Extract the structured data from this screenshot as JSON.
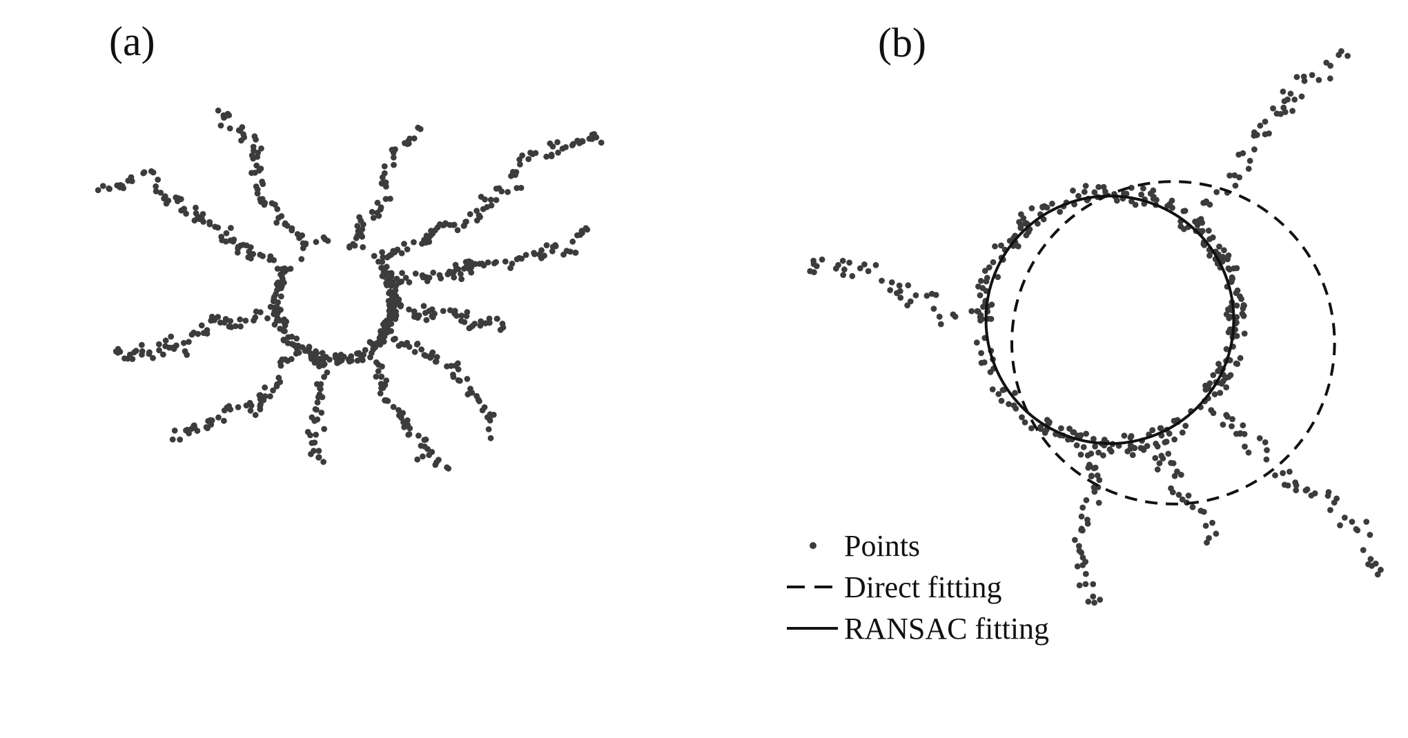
{
  "colors": {
    "points": "#3c3c3c",
    "lines": "#111111"
  },
  "chart_data": [
    {
      "type": "scatter",
      "panel_label": "(a)",
      "xlim": [
        -1000,
        1000
      ],
      "ylim": [
        -1000,
        1000
      ],
      "axes": "hidden",
      "grid": false,
      "ring": {
        "cx": 0,
        "cy": 0,
        "r": 160
      },
      "branches": [
        {
          "angle": 148,
          "length": 570
        },
        {
          "angle": 118,
          "length": 460
        },
        {
          "angle": 72,
          "length": 330
        },
        {
          "angle": 44,
          "length": 680
        },
        {
          "angle": 18,
          "length": 560
        },
        {
          "angle": 188,
          "length": 470
        },
        {
          "angle": 232,
          "length": 420
        },
        {
          "angle": 262,
          "length": 260
        },
        {
          "angle": 302,
          "length": 380
        },
        {
          "angle": 328,
          "length": 420
        },
        {
          "angle": 352,
          "length": 330
        }
      ]
    },
    {
      "type": "scatter",
      "panel_label": "(b)",
      "xlim": [
        -1000,
        1000
      ],
      "ylim": [
        -1000,
        1000
      ],
      "axes": "hidden",
      "grid": false,
      "legend_position": "bottom-left",
      "legend": [
        {
          "label": "Points",
          "style": "marker"
        },
        {
          "label": "Direct fitting",
          "style": "dashed"
        },
        {
          "label": "RANSAC fitting",
          "style": "solid"
        }
      ],
      "fits": {
        "direct": {
          "cx": 110,
          "cy": 0,
          "r": 280
        },
        "ransac": {
          "cx": 0,
          "cy": 40,
          "r": 215
        }
      },
      "ring": {
        "cx": 0,
        "cy": 40,
        "r": 220
      },
      "branches": [
        {
          "angle": 50,
          "length": 390
        },
        {
          "angle": 178,
          "length": 290
        },
        {
          "angle": 262,
          "length": 300
        },
        {
          "angle": 292,
          "length": 210
        },
        {
          "angle": 318,
          "length": 420
        }
      ]
    }
  ]
}
